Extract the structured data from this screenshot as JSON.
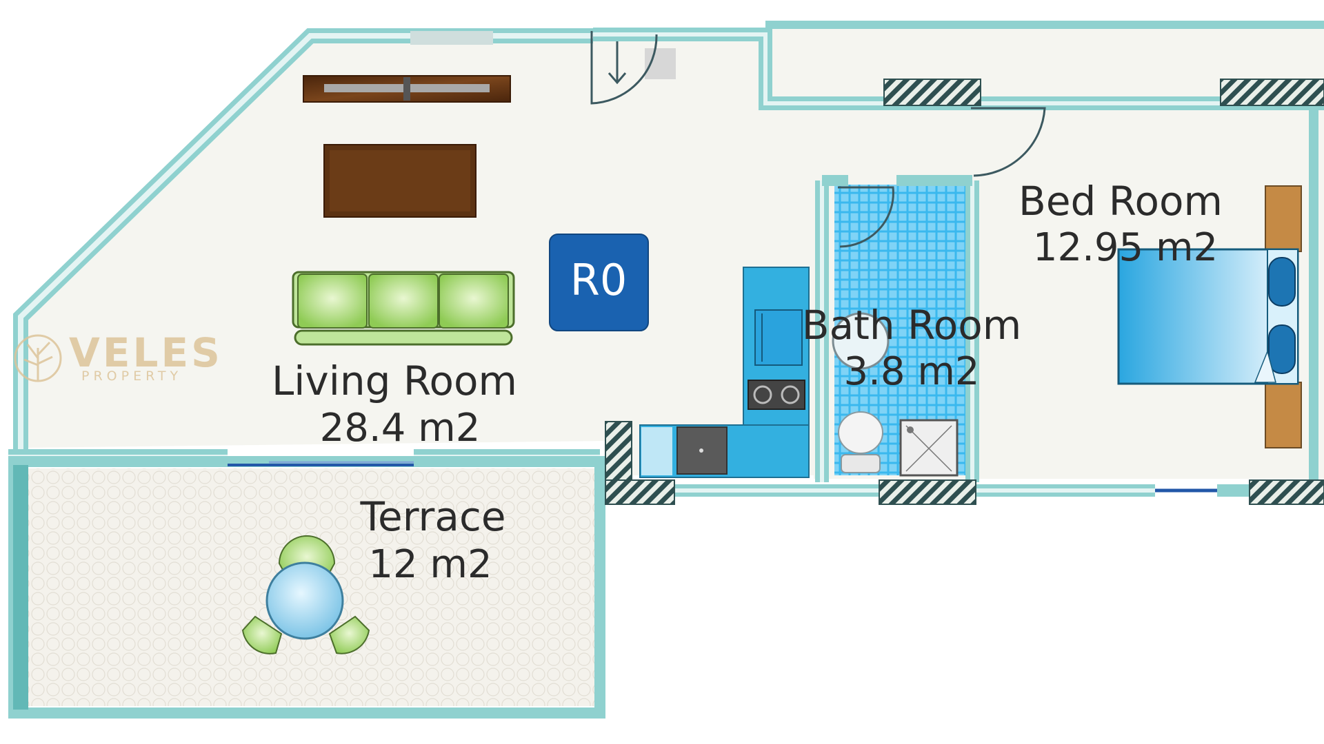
{
  "unit_badge": "R0",
  "rooms": {
    "living": {
      "name": "Living Room",
      "area": "28.4 m2"
    },
    "terrace": {
      "name": "Terrace",
      "area": "12 m2"
    },
    "bath": {
      "name": "Bath Room",
      "area": "3.8 m2"
    },
    "bed": {
      "name": "Bed Room",
      "area": "12.95 m2"
    }
  },
  "watermark": {
    "name": "VELES",
    "sub": "PROPERTY"
  },
  "colors": {
    "wall": "#8fd1cf",
    "floor": "#f5f5f0",
    "hatch": "#2e4f50",
    "badge": "#1a62b0",
    "kitchen": "#33b0e0",
    "sofa": "#a6d86a",
    "furniture": "#5c3313",
    "bed": "#3fb5e6",
    "watermark": "#ddc49a"
  }
}
